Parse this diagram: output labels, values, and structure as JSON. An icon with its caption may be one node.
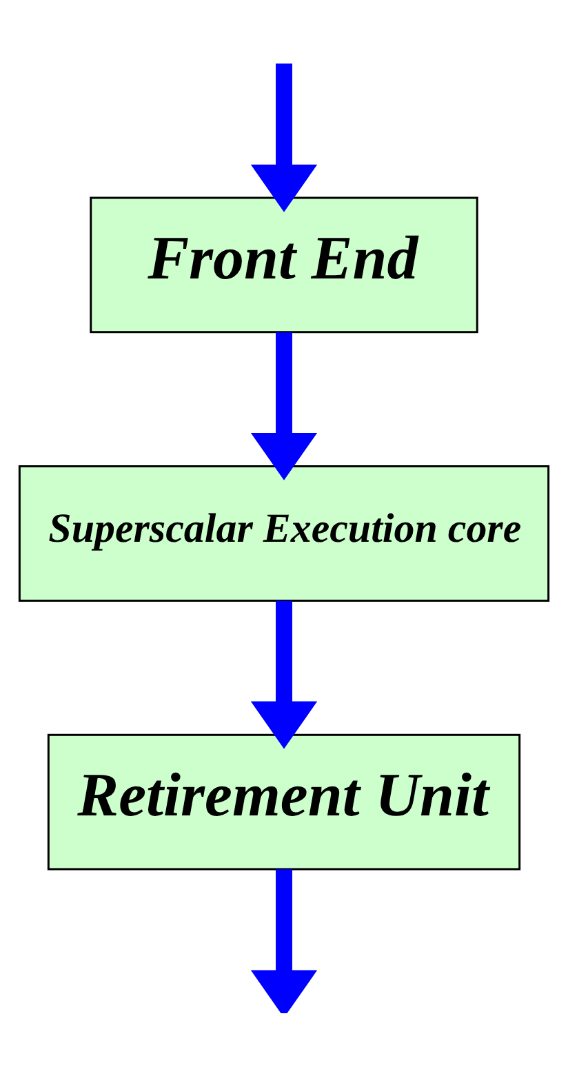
{
  "diagram": {
    "nodes": [
      {
        "text": [
          "Front End"
        ]
      },
      {
        "text": [
          "Superscalar Execution core"
        ]
      },
      {
        "text": [
          "Retirement Unit"
        ]
      }
    ],
    "edges": [
      {
        "from": null,
        "to": 0,
        "arrow": "to",
        "color": "#0000ff"
      },
      {
        "from": 0,
        "to": 1,
        "arrow": "to",
        "color": "#0000ff"
      },
      {
        "from": 1,
        "to": 2,
        "arrow": "to",
        "color": "#0000ff"
      },
      {
        "from": 2,
        "to": null,
        "arrow": "to",
        "color": "#0000ff"
      }
    ]
  }
}
